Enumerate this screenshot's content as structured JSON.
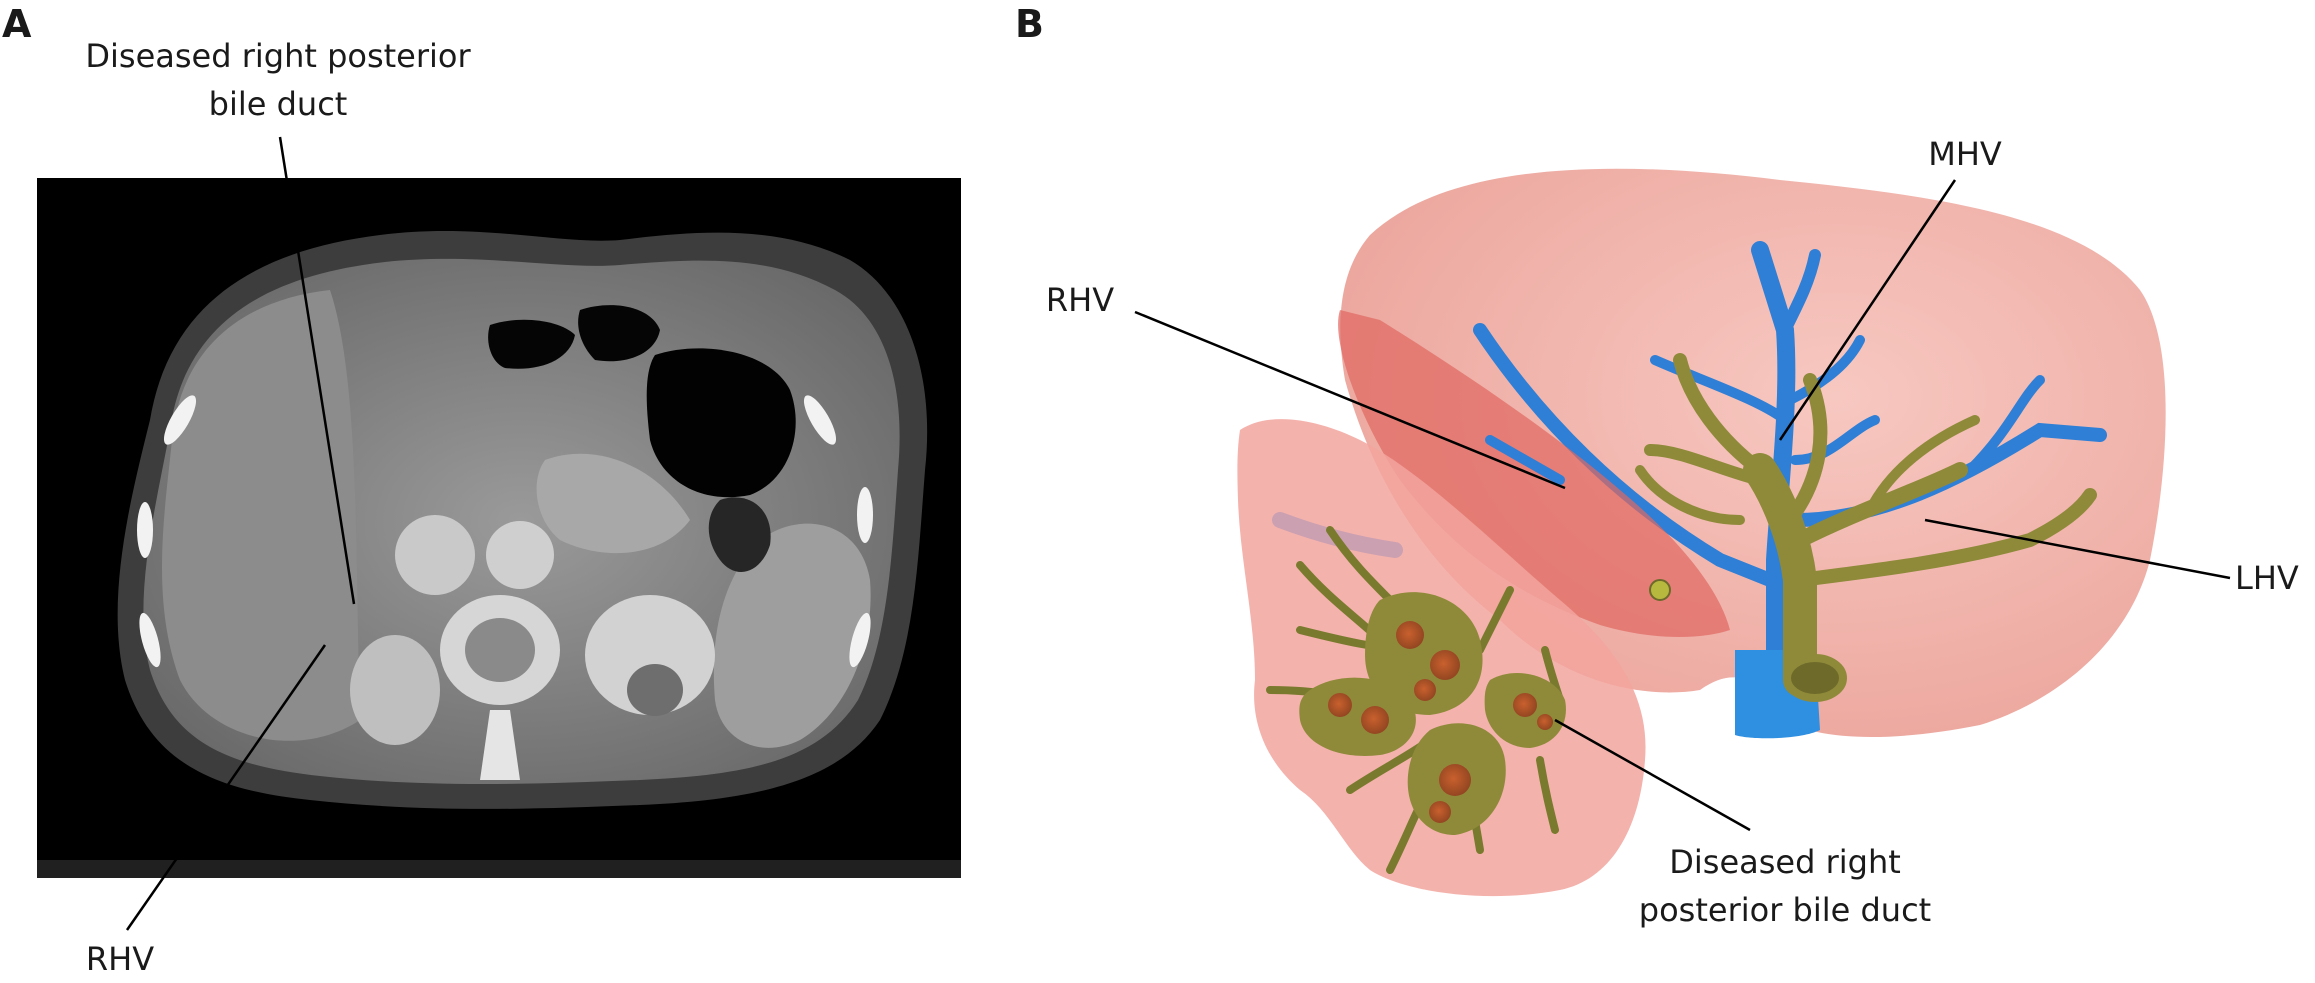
{
  "panel_a": {
    "letter": "A",
    "label_bile_duct_line1": "Diseased right posterior",
    "label_bile_duct_line2": "bile duct",
    "label_rhv": "RHV"
  },
  "panel_b": {
    "letter": "B",
    "label_rhv": "RHV",
    "label_mhv": "MHV",
    "label_lhv": "LHV",
    "label_bile_duct_line1": "Diseased right",
    "label_bile_duct_line2": "posterior bile duct"
  },
  "colors": {
    "liver": "#f2b0a8",
    "liver_dark": "#e07c76",
    "vein": "#2f7fd6",
    "bile_duct": "#8a8a3a",
    "ct_background": "#000000"
  }
}
